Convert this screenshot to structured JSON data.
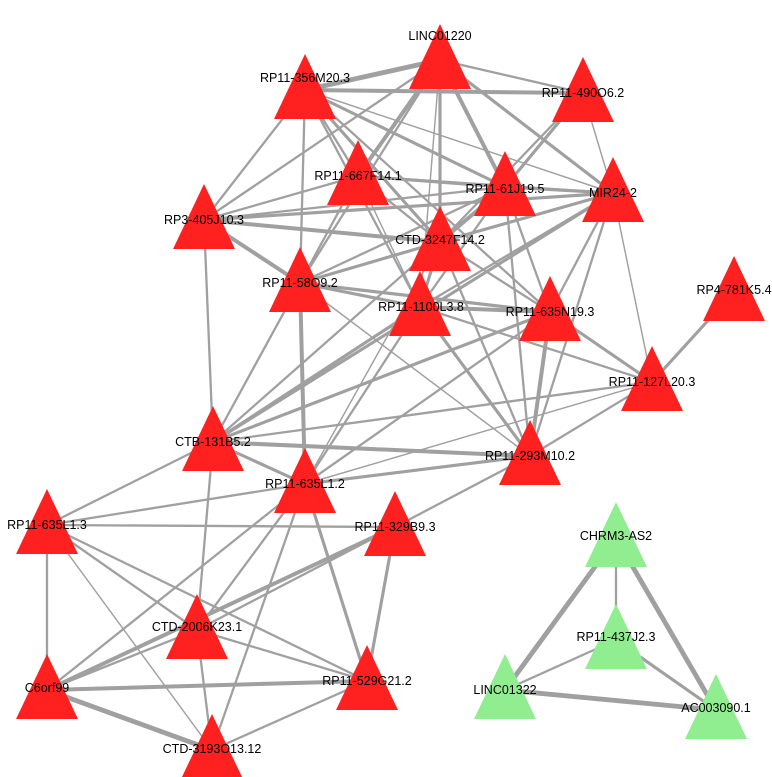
{
  "colors": {
    "red": "#ff2020",
    "green": "#90ee90",
    "edge": "#a0a0a0"
  },
  "nodes": [
    {
      "id": "LINC01220",
      "label": "LINC01220",
      "group": "red"
    },
    {
      "id": "RP11-356M20.3",
      "label": "RP11-356M20.3",
      "group": "red"
    },
    {
      "id": "RP11-490O6.2",
      "label": "RP11-490O6.2",
      "group": "red"
    },
    {
      "id": "RP11-667F14.1",
      "label": "RP11-667F14.1",
      "group": "red"
    },
    {
      "id": "RP11-61J19.5",
      "label": "RP11-61J19.5",
      "group": "red"
    },
    {
      "id": "MIR24-2",
      "label": "MIR24-2",
      "group": "red"
    },
    {
      "id": "RP3-405J10.3",
      "label": "RP3-405J10.3",
      "group": "red"
    },
    {
      "id": "CTD-3247F14.2",
      "label": "CTD-3247F14.2",
      "group": "red"
    },
    {
      "id": "RP11-58O9.2",
      "label": "RP11-58O9.2",
      "group": "red"
    },
    {
      "id": "RP11-1100L3.8",
      "label": "RP11-1100L3.8",
      "group": "red"
    },
    {
      "id": "RP11-635N19.3",
      "label": "RP11-635N19.3",
      "group": "red"
    },
    {
      "id": "RP4-781K5.4",
      "label": "RP4-781K5.4",
      "group": "red"
    },
    {
      "id": "RP11-127L20.3",
      "label": "RP11-127L20.3",
      "group": "red"
    },
    {
      "id": "CTB-131B5.2",
      "label": "CTB-131B5.2",
      "group": "red"
    },
    {
      "id": "RP11-293M10.2",
      "label": "RP11-293M10.2",
      "group": "red"
    },
    {
      "id": "RP11-635L1.2",
      "label": "RP11-635L1.2",
      "group": "red"
    },
    {
      "id": "RP11-635L1.3",
      "label": "RP11-635L1.3",
      "group": "red"
    },
    {
      "id": "RP11-329B9.3",
      "label": "RP11-329B9.3",
      "group": "red"
    },
    {
      "id": "CTD-2006K23.1",
      "label": "CTD-2006K23.1",
      "group": "red"
    },
    {
      "id": "C6orf99",
      "label": "C6orf99",
      "group": "red"
    },
    {
      "id": "RP11-529G21.2",
      "label": "RP11-529G21.2",
      "group": "red"
    },
    {
      "id": "CTD-3193O13.12",
      "label": "CTD-3193O13.12",
      "group": "red"
    },
    {
      "id": "CHRM3-AS2",
      "label": "CHRM3-AS2",
      "group": "green"
    },
    {
      "id": "RP11-437J2.3",
      "label": "RP11-437J2.3",
      "group": "green"
    },
    {
      "id": "LINC01322",
      "label": "LINC01322",
      "group": "green"
    },
    {
      "id": "AC003090.1",
      "label": "AC003090.1",
      "group": "green"
    }
  ],
  "edges": [
    [
      "LINC01220",
      "RP11-356M20.3",
      5
    ],
    [
      "LINC01220",
      "RP11-667F14.1",
      4
    ],
    [
      "LINC01220",
      "RP11-61J19.5",
      4
    ],
    [
      "LINC01220",
      "MIR24-2",
      3
    ],
    [
      "LINC01220",
      "RP3-405J10.3",
      2
    ],
    [
      "LINC01220",
      "CTD-3247F14.2",
      3
    ],
    [
      "LINC01220",
      "RP11-490O6.2",
      2
    ],
    [
      "LINC01220",
      "RP11-58O9.2",
      2
    ],
    [
      "LINC01220",
      "RP11-1100L3.8",
      1
    ],
    [
      "RP11-356M20.3",
      "RP11-490O6.2",
      4
    ],
    [
      "RP11-356M20.3",
      "RP11-667F14.1",
      2
    ],
    [
      "RP11-356M20.3",
      "RP11-61J19.5",
      3
    ],
    [
      "RP11-356M20.3",
      "MIR24-2",
      1
    ],
    [
      "RP11-356M20.3",
      "RP3-405J10.3",
      2
    ],
    [
      "RP11-356M20.3",
      "CTD-3247F14.2",
      3
    ],
    [
      "RP11-356M20.3",
      "RP11-635N19.3",
      2
    ],
    [
      "RP11-356M20.3",
      "RP11-1100L3.8",
      2
    ],
    [
      "RP11-356M20.3",
      "RP11-58O9.2",
      2
    ],
    [
      "RP11-490O6.2",
      "RP11-61J19.5",
      3
    ],
    [
      "RP11-490O6.2",
      "MIR24-2",
      1
    ],
    [
      "RP11-490O6.2",
      "CTD-3247F14.2",
      2
    ],
    [
      "RP11-667F14.1",
      "RP11-61J19.5",
      3
    ],
    [
      "RP11-667F14.1",
      "RP3-405J10.3",
      2
    ],
    [
      "RP11-667F14.1",
      "CTD-3247F14.2",
      2
    ],
    [
      "RP11-667F14.1",
      "RP11-58O9.2",
      2
    ],
    [
      "RP11-667F14.1",
      "MIR24-2",
      2
    ],
    [
      "RP11-667F14.1",
      "RP11-1100L3.8",
      1
    ],
    [
      "RP11-61J19.5",
      "MIR24-2",
      3
    ],
    [
      "RP11-61J19.5",
      "CTD-3247F14.2",
      4
    ],
    [
      "RP11-61J19.5",
      "RP3-405J10.3",
      2
    ],
    [
      "RP11-61J19.5",
      "RP11-635N19.3",
      2
    ],
    [
      "RP11-61J19.5",
      "RP11-58O9.2",
      2
    ],
    [
      "RP11-61J19.5",
      "RP11-1100L3.8",
      2
    ],
    [
      "RP11-61J19.5",
      "RP11-293M10.2",
      2
    ],
    [
      "MIR24-2",
      "CTD-3247F14.2",
      3
    ],
    [
      "MIR24-2",
      "RP3-405J10.3",
      3
    ],
    [
      "MIR24-2",
      "RP11-635N19.3",
      2
    ],
    [
      "MIR24-2",
      "RP11-127L20.3",
      1
    ],
    [
      "MIR24-2",
      "RP11-1100L3.8",
      2
    ],
    [
      "MIR24-2",
      "CTB-131B5.2",
      3
    ],
    [
      "MIR24-2",
      "RP11-293M10.2",
      2
    ],
    [
      "RP3-405J10.3",
      "CTD-3247F14.2",
      4
    ],
    [
      "RP3-405J10.3",
      "RP11-58O9.2",
      4
    ],
    [
      "RP3-405J10.3",
      "CTB-131B5.2",
      2
    ],
    [
      "CTD-3247F14.2",
      "RP11-58O9.2",
      3
    ],
    [
      "CTD-3247F14.2",
      "RP11-1100L3.8",
      3
    ],
    [
      "CTD-3247F14.2",
      "RP11-635N19.3",
      2
    ],
    [
      "CTD-3247F14.2",
      "CTB-131B5.2",
      2
    ],
    [
      "CTD-3247F14.2",
      "RP11-293M10.2",
      2
    ],
    [
      "CTD-3247F14.2",
      "RP11-635L1.2",
      1
    ],
    [
      "RP11-58O9.2",
      "RP11-1100L3.8",
      3
    ],
    [
      "RP11-58O9.2",
      "RP11-635N19.3",
      3
    ],
    [
      "RP11-58O9.2",
      "RP11-635L1.2",
      4
    ],
    [
      "RP11-58O9.2",
      "CTB-131B5.2",
      2
    ],
    [
      "RP11-58O9.2",
      "RP11-293M10.2",
      1
    ],
    [
      "RP11-1100L3.8",
      "RP11-635N19.3",
      4
    ],
    [
      "RP11-1100L3.8",
      "CTB-131B5.2",
      3
    ],
    [
      "RP11-1100L3.8",
      "RP11-293M10.2",
      3
    ],
    [
      "RP11-1100L3.8",
      "RP11-127L20.3",
      2
    ],
    [
      "RP11-1100L3.8",
      "RP11-635L1.2",
      2
    ],
    [
      "RP11-635N19.3",
      "RP11-127L20.3",
      3
    ],
    [
      "RP11-635N19.3",
      "RP11-293M10.2",
      4
    ],
    [
      "RP11-635N19.3",
      "CTB-131B5.2",
      3
    ],
    [
      "RP11-635N19.3",
      "RP11-635L1.2",
      2
    ],
    [
      "RP4-781K5.4",
      "RP11-127L20.3",
      3
    ],
    [
      "RP11-127L20.3",
      "RP11-293M10.2",
      2
    ],
    [
      "RP11-127L20.3",
      "CTB-131B5.2",
      2
    ],
    [
      "RP11-127L20.3",
      "RP11-635L1.2",
      1
    ],
    [
      "CTB-131B5.2",
      "RP11-293M10.2",
      4
    ],
    [
      "CTB-131B5.2",
      "RP11-635L1.2",
      3
    ],
    [
      "CTB-131B5.2",
      "RP11-635L1.3",
      2
    ],
    [
      "CTB-131B5.2",
      "CTD-2006K23.1",
      2
    ],
    [
      "RP11-293M10.2",
      "RP11-635L1.2",
      3
    ],
    [
      "RP11-293M10.2",
      "RP11-329B9.3",
      2
    ],
    [
      "RP11-635L1.2",
      "RP11-635L1.3",
      2
    ],
    [
      "RP11-635L1.2",
      "CTD-2006K23.1",
      2
    ],
    [
      "RP11-635L1.2",
      "C6orf99",
      2
    ],
    [
      "RP11-635L1.2",
      "RP11-529G21.2",
      3
    ],
    [
      "RP11-635L1.2",
      "CTD-3193O13.12",
      2
    ],
    [
      "RP11-635L1.3",
      "RP11-329B9.3",
      2
    ],
    [
      "RP11-635L1.3",
      "C6orf99",
      2
    ],
    [
      "RP11-635L1.3",
      "CTD-2006K23.1",
      2
    ],
    [
      "RP11-635L1.3",
      "RP11-529G21.2",
      2
    ],
    [
      "RP11-635L1.3",
      "CTD-3193O13.12",
      1
    ],
    [
      "RP11-329B9.3",
      "CTD-2006K23.1",
      2
    ],
    [
      "RP11-329B9.3",
      "C6orf99",
      4
    ],
    [
      "RP11-329B9.3",
      "RP11-529G21.2",
      3
    ],
    [
      "CTD-2006K23.1",
      "C6orf99",
      2
    ],
    [
      "CTD-2006K23.1",
      "RP11-529G21.2",
      2
    ],
    [
      "CTD-2006K23.1",
      "CTD-3193O13.12",
      2
    ],
    [
      "C6orf99",
      "RP11-529G21.2",
      4
    ],
    [
      "C6orf99",
      "CTD-3193O13.12",
      5
    ],
    [
      "RP11-529G21.2",
      "CTD-3193O13.12",
      2
    ],
    [
      "CHRM3-AS2",
      "LINC01322",
      5
    ],
    [
      "CHRM3-AS2",
      "AC003090.1",
      5
    ],
    [
      "CHRM3-AS2",
      "RP11-437J2.3",
      2
    ],
    [
      "RP11-437J2.3",
      "LINC01322",
      2
    ],
    [
      "RP11-437J2.3",
      "AC003090.1",
      3
    ],
    [
      "LINC01322",
      "AC003090.1",
      5
    ]
  ]
}
